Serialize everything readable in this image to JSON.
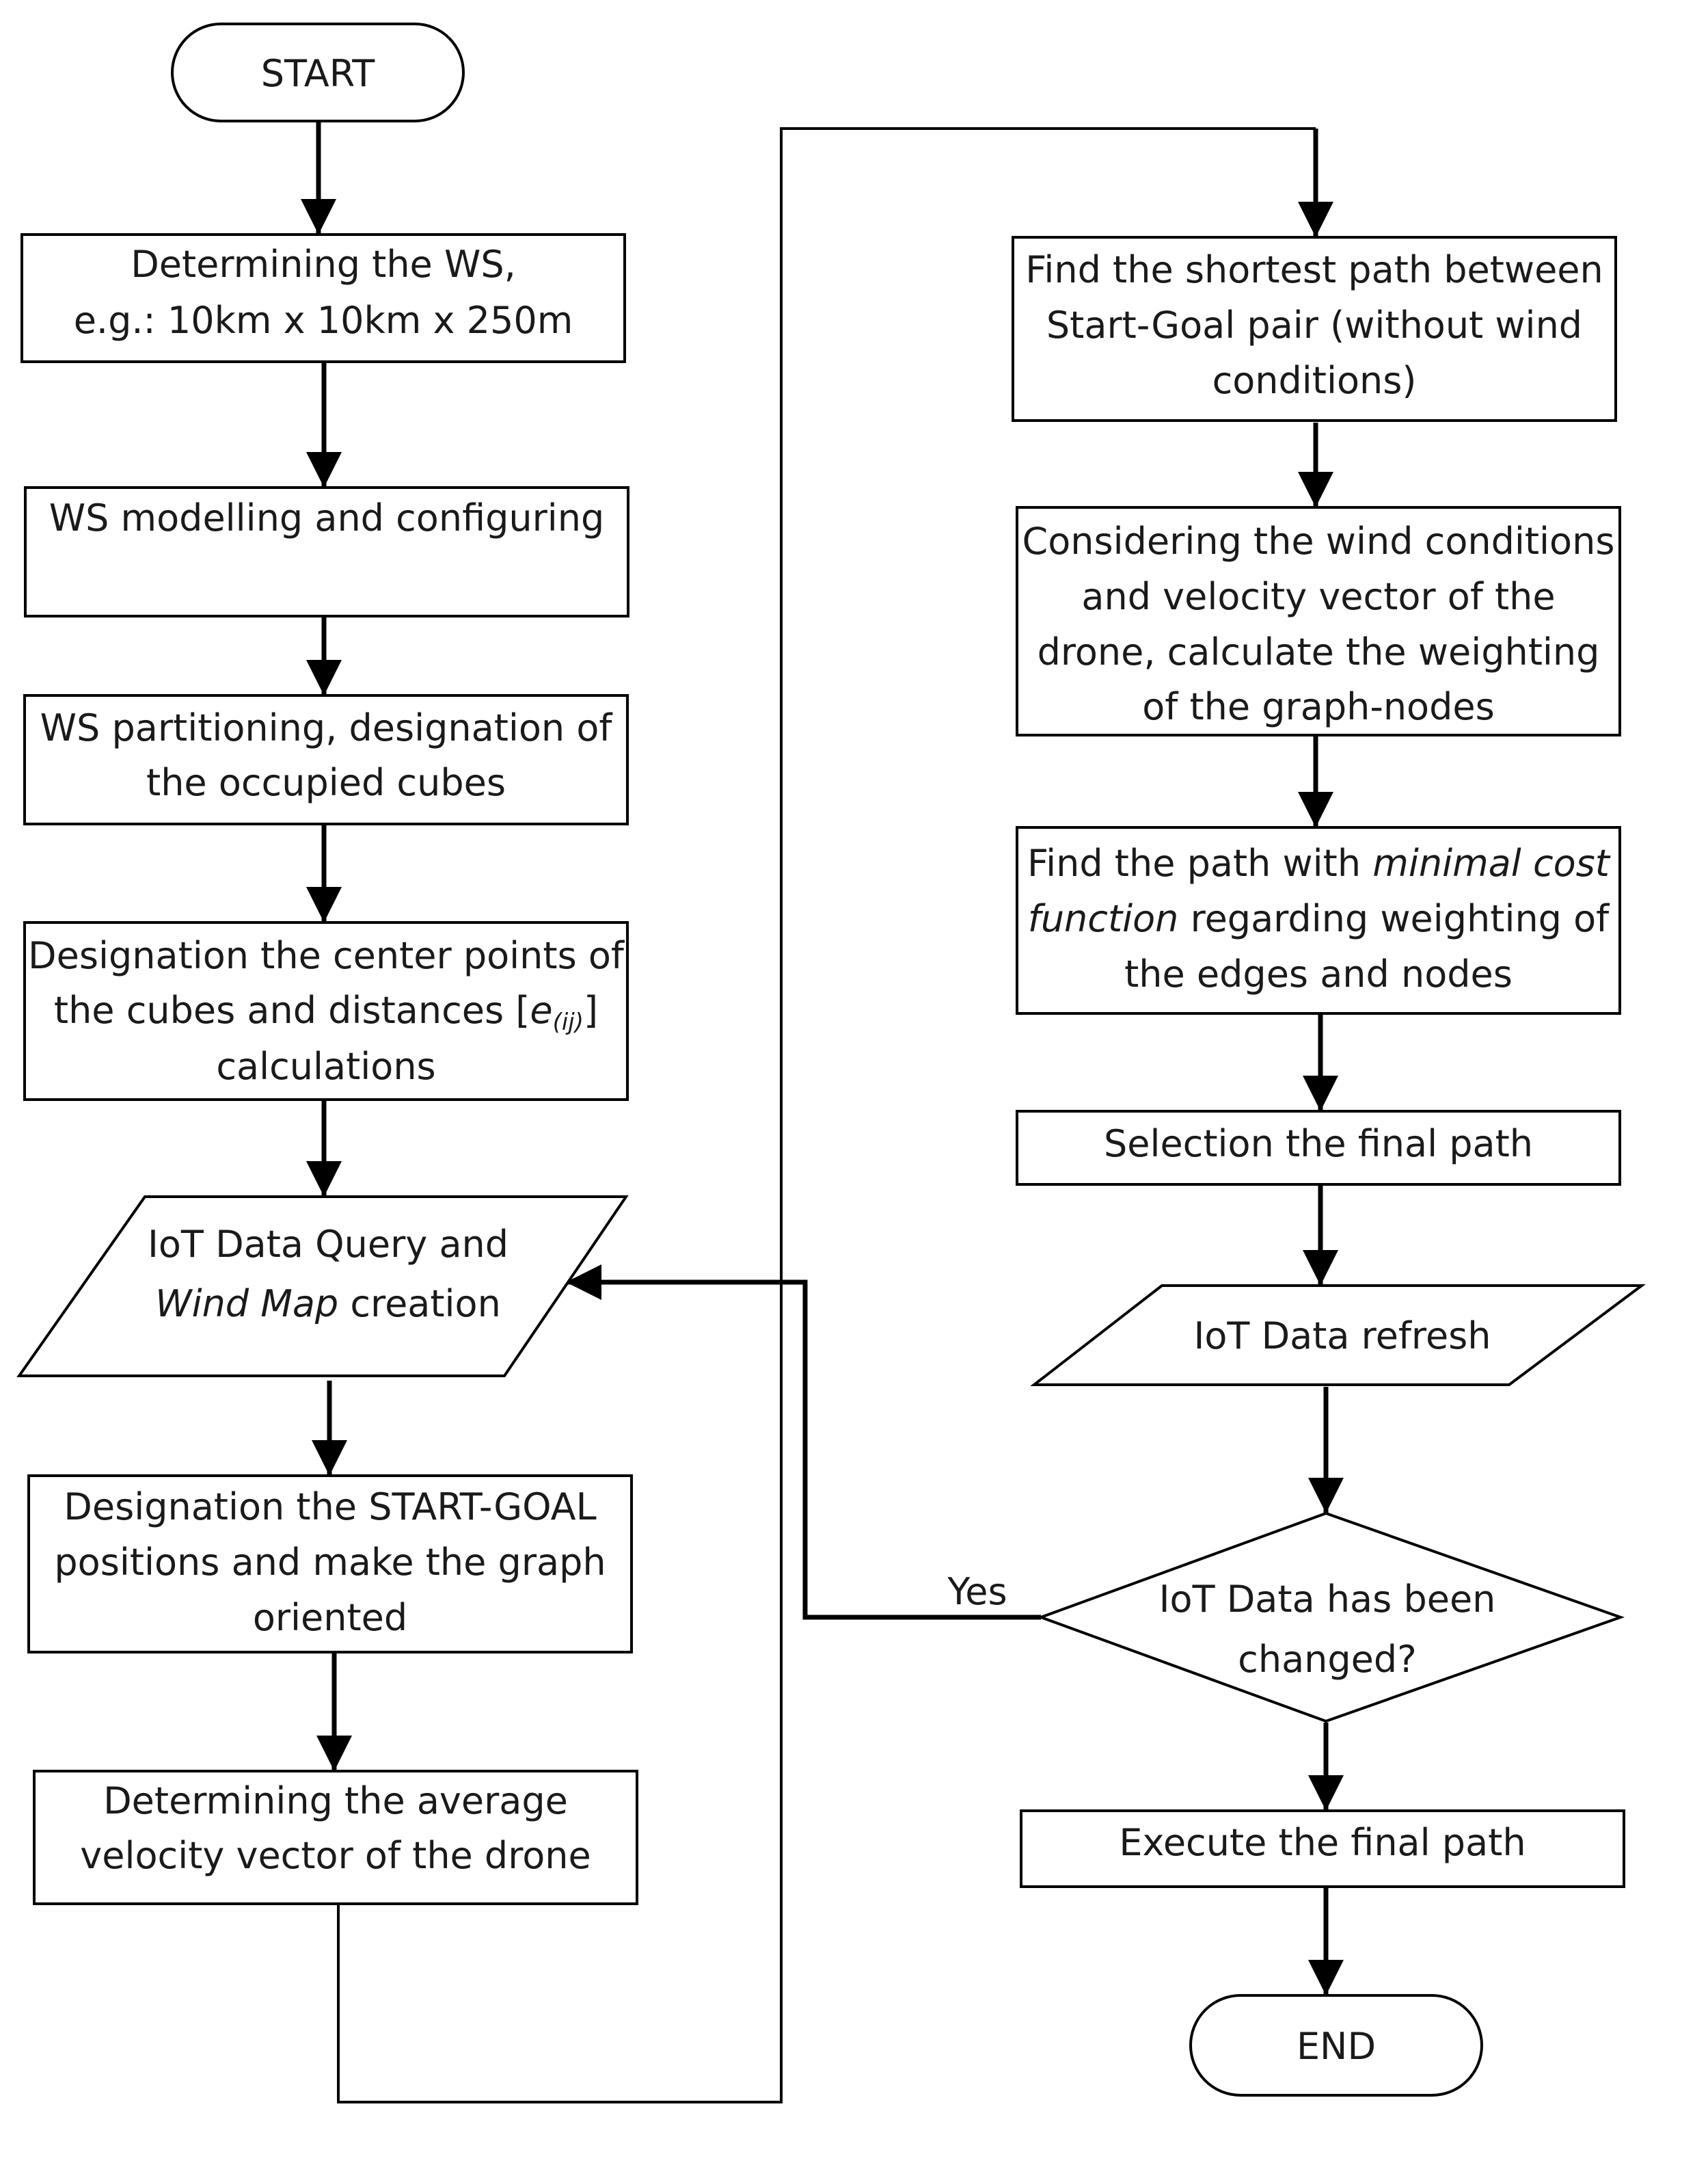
{
  "flowchart": {
    "start": "START",
    "end": "END",
    "steps": {
      "ws_determine": [
        "Determining the WS,",
        "e.g.: 10km x 10km x 250m"
      ],
      "ws_model": [
        "WS modelling and configuring"
      ],
      "ws_partition": [
        "WS partitioning, designation of",
        "the occupied cubes"
      ],
      "center_points": {
        "line1": "Designation the center points of",
        "line2_prefix": "the cubes and distances [",
        "line2_var": "e",
        "line2_sub": "(ij)",
        "line2_suffix": "]",
        "line3": "calculations"
      },
      "iot_query": {
        "line1": "IoT Data Query and",
        "line2_italic": "Wind Map",
        "line2_rest": " creation"
      },
      "start_goal": [
        "Designation the START-GOAL",
        "positions and make the graph",
        "oriented"
      ],
      "avg_velocity": [
        "Determining the average",
        "velocity vector of the drone"
      ],
      "shortest_path": [
        "Find the shortest path between",
        "Start-Goal pair (without wind",
        "conditions)"
      ],
      "wind_weighting": [
        "Considering the wind conditions",
        "and velocity vector of the",
        "drone, calculate the weighting",
        "of the graph-nodes"
      ],
      "min_cost": {
        "line1_prefix": "Find the path with ",
        "line1_italic": "minimal cost",
        "line2_italic": "function",
        "line2_rest": " regarding weighting of",
        "line3": "the edges and nodes"
      },
      "select_final": [
        "Selection the final path"
      ],
      "iot_refresh": [
        "IoT Data refresh"
      ],
      "decision": [
        "IoT Data has been",
        "changed?"
      ],
      "execute": [
        "Execute the final path"
      ]
    },
    "yes_label": "Yes"
  }
}
